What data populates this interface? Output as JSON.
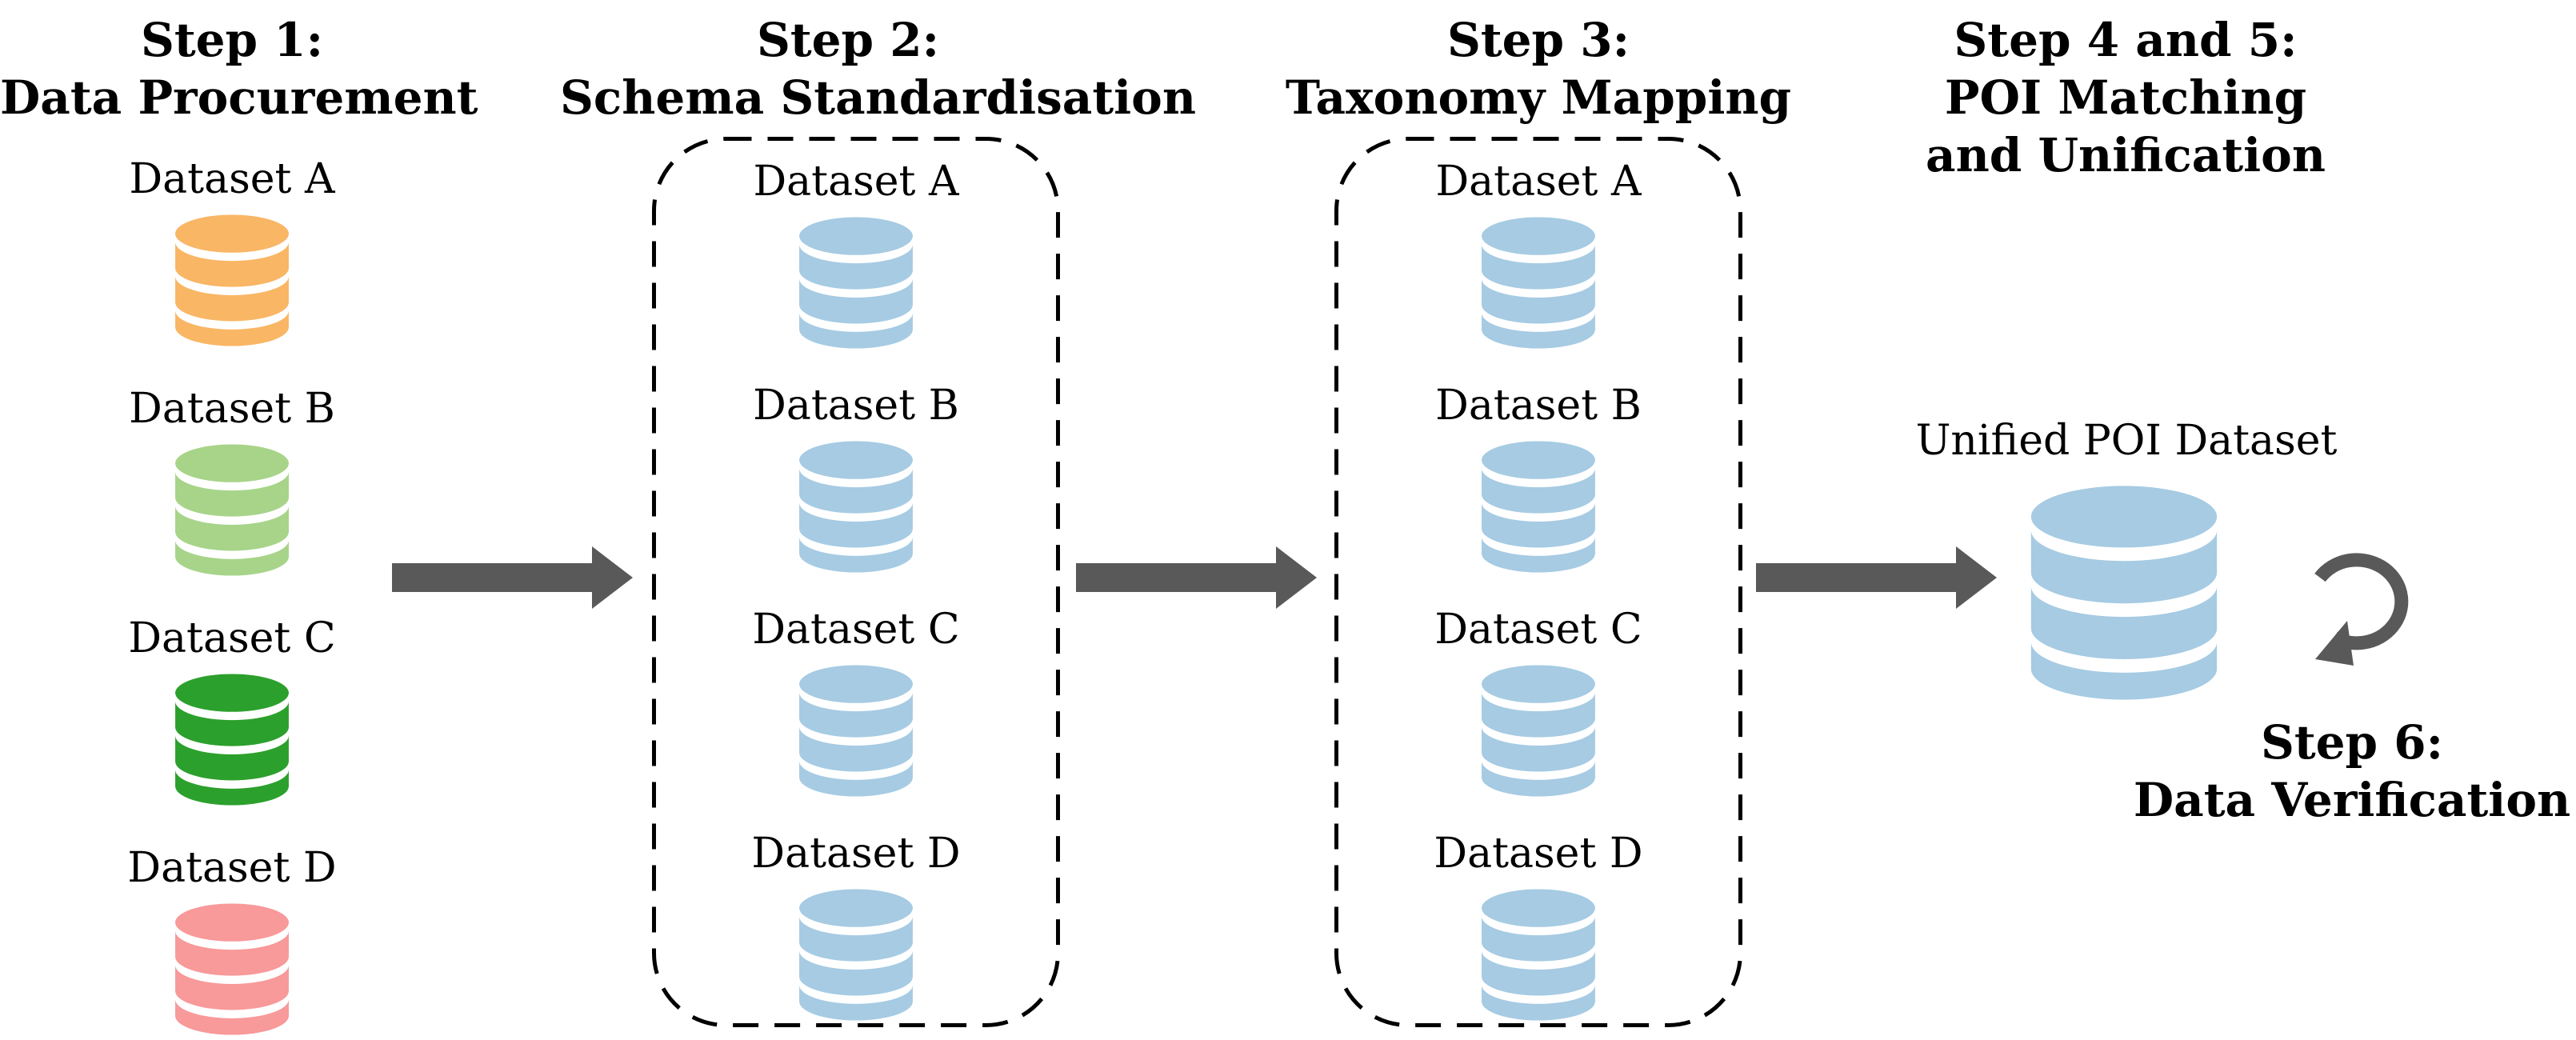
{
  "diagram": {
    "steps": [
      {
        "title_lines": [
          "Step 1:",
          "Data Procurement"
        ]
      },
      {
        "title_lines": [
          "Step 2:",
          "Schema Standardisation"
        ]
      },
      {
        "title_lines": [
          "Step 3:",
          "Taxonomy Mapping"
        ]
      },
      {
        "title_lines": [
          "Step 4 and 5:",
          "POI Matching",
          "and Unification"
        ]
      },
      {
        "title_lines": [
          "Step 6:",
          "Data Verification"
        ]
      }
    ],
    "procurement": {
      "datasets": [
        {
          "label": "Dataset A",
          "color": "#F9B665"
        },
        {
          "label": "Dataset B",
          "color": "#A7D489"
        },
        {
          "label": "Dataset C",
          "color": "#2CA02C"
        },
        {
          "label": "Dataset D",
          "color": "#F8999A"
        }
      ]
    },
    "schema": {
      "datasets": [
        {
          "label": "Dataset A",
          "color": "#A6CBE3"
        },
        {
          "label": "Dataset B",
          "color": "#A6CBE3"
        },
        {
          "label": "Dataset C",
          "color": "#A6CBE3"
        },
        {
          "label": "Dataset D",
          "color": "#A6CBE3"
        }
      ]
    },
    "taxonomy": {
      "datasets": [
        {
          "label": "Dataset A",
          "color": "#A6CBE3"
        },
        {
          "label": "Dataset B",
          "color": "#A6CBE3"
        },
        {
          "label": "Dataset C",
          "color": "#A6CBE3"
        },
        {
          "label": "Dataset D",
          "color": "#A6CBE3"
        }
      ]
    },
    "unified": {
      "label": "Unified POI Dataset",
      "color": "#A6CBE3"
    },
    "colors": {
      "flow_arrow": "#595959",
      "loop_arrow": "#595959",
      "box_border": "#000000",
      "text": "#000000"
    },
    "icons": {
      "database": "database-icon",
      "flow_arrow": "arrow-right-icon",
      "loop_arrow": "rotate-clockwise-arrow-icon"
    }
  }
}
